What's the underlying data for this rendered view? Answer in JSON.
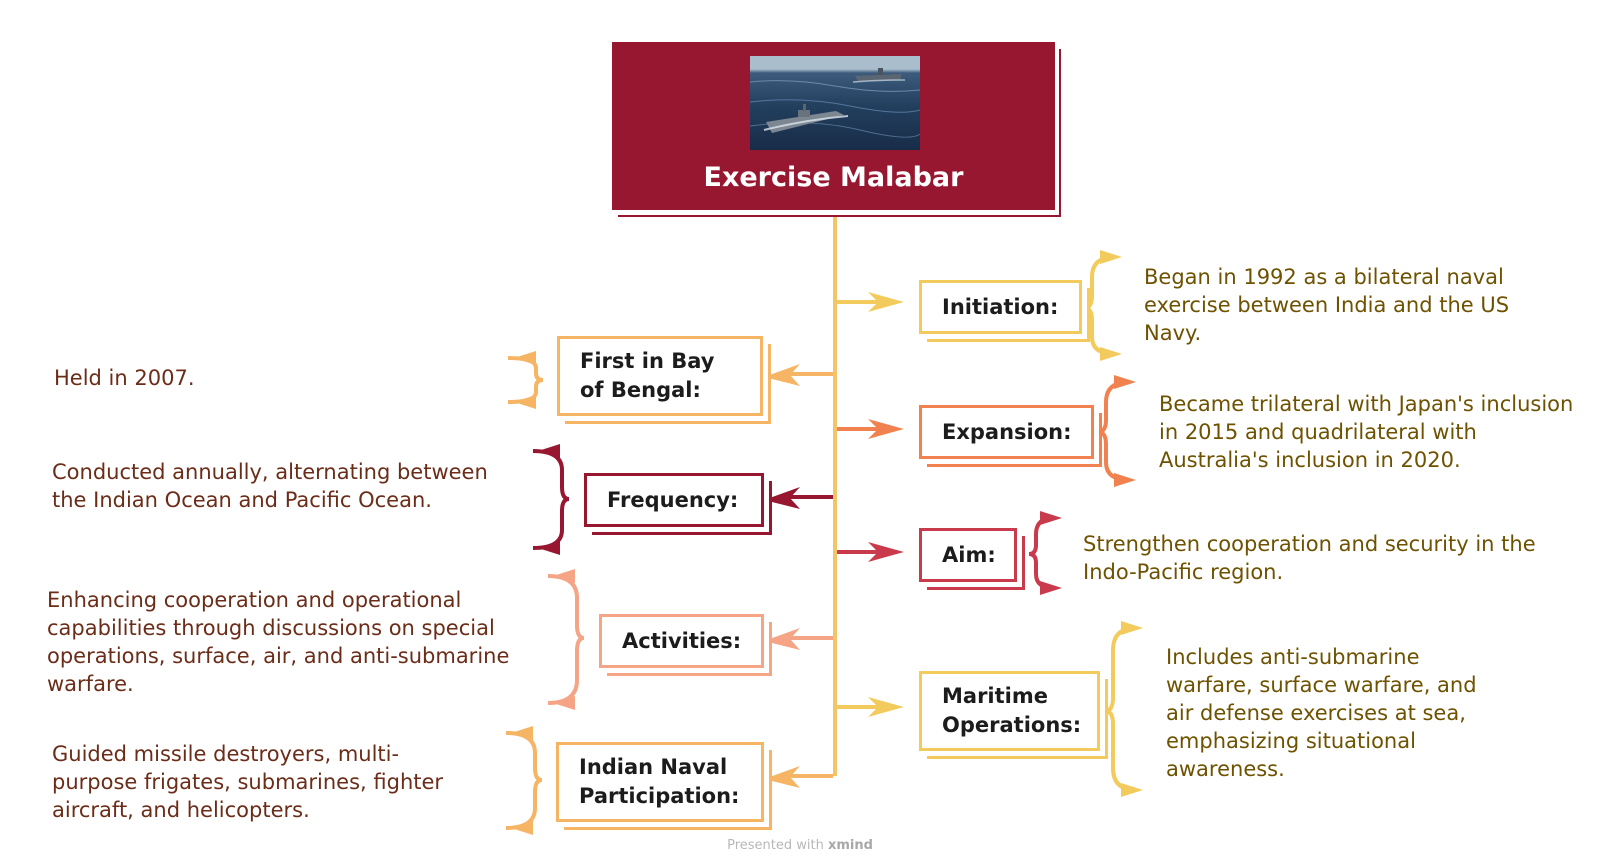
{
  "root": {
    "title": "Exercise Malabar",
    "photo_icon": "naval-ships-photo",
    "color": "#981730"
  },
  "topics": {
    "initiation": {
      "label": "Initiation:",
      "color": "#f3cb5c",
      "note": "Began in 1992 as a bilateral naval exercise between India and the US Navy."
    },
    "expansion": {
      "label": "Expansion:",
      "color": "#f1824f",
      "note": "Became trilateral with Japan's inclusion in 2015 and quadrilateral with Australia's inclusion in 2020."
    },
    "aim": {
      "label": "Aim:",
      "color": "#c93a4c",
      "note": "Strengthen cooperation and security in the Indo-Pacific region."
    },
    "maritime": {
      "label": "Maritime Operations:",
      "color": "#f3cb5c",
      "note": "Includes anti-submarine warfare, surface warfare, and air defense exercises at sea, emphasizing situational awareness."
    },
    "bay_of_bengal": {
      "label": "First in Bay of Bengal:",
      "color": "#f6b564",
      "note": "Held in 2007."
    },
    "frequency": {
      "label": "Frequency:",
      "color": "#981730",
      "note": "Conducted annually, alternating between the Indian Ocean and Pacific Ocean."
    },
    "activities": {
      "label": "Activities:",
      "color": "#f5a485",
      "note": "Enhancing cooperation and operational capabilities through discussions on special operations, surface, air, and anti-submarine warfare."
    },
    "participation": {
      "label": "Indian Naval Participation:",
      "color": "#f6b564",
      "note": "Guided missile destroyers, multi-purpose frigates, submarines, fighter aircraft, and helicopters."
    }
  },
  "footer": {
    "prefix": "Presented with ",
    "brand": "xmind"
  }
}
